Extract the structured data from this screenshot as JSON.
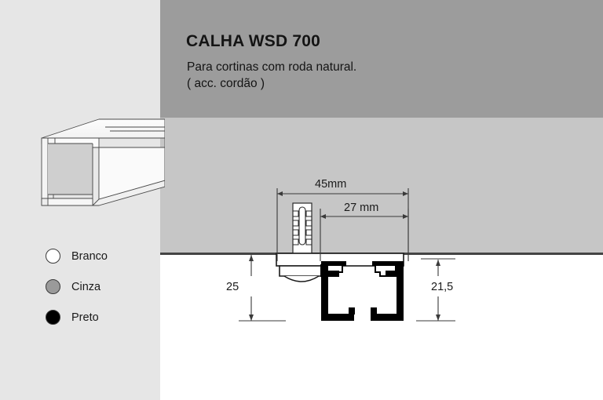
{
  "product": {
    "title": "CALHA WSD 700",
    "subtitle_line1": "Para cortinas com roda natural.",
    "subtitle_line2": "( acc. cordão )"
  },
  "colors": {
    "options": [
      {
        "label": "Branco",
        "hex": "#ffffff",
        "swatch_name": "swatch-branco"
      },
      {
        "label": "Cinza",
        "hex": "#9a9a9a",
        "swatch_name": "swatch-cinza"
      },
      {
        "label": "Preto",
        "hex": "#000000",
        "swatch_name": "swatch-preto"
      }
    ]
  },
  "dimensions": {
    "width_total": "45mm",
    "width_inner": "27 mm",
    "height_drop": "25",
    "height_profile": "21,5"
  },
  "palette": {
    "left_panel": "#e6e6e6",
    "header_band": "#9c9c9c",
    "mid_band": "#c6c6c6",
    "wall_line": "#444444",
    "lower_area": "#ffffff",
    "text": "#141414",
    "rail_profile": "#000000"
  }
}
